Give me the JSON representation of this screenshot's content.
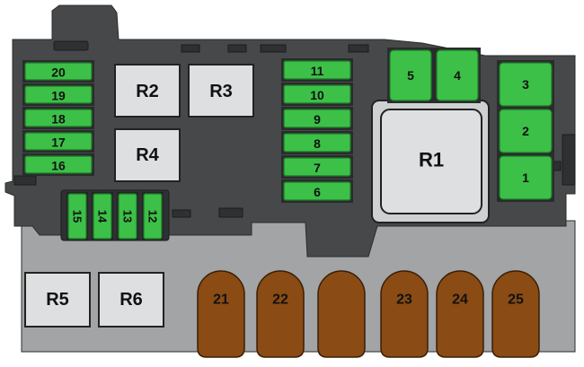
{
  "colors": {
    "housing": "#464849",
    "housing_edge": "#2b2c2d",
    "lower_panel": "#a2a4a6",
    "fuse_green": "#3cc048",
    "fuse_dark": "#1d7a27",
    "relay_fill": "#dedfe0",
    "large_fuse": "#8a4b14",
    "large_fuse_edge": "#3a1e06"
  },
  "fuses_left": [
    "20",
    "19",
    "18",
    "17",
    "16"
  ],
  "fuses_vertical": [
    "15",
    "14",
    "13",
    "12"
  ],
  "fuses_center": [
    "11",
    "10",
    "9",
    "8",
    "7",
    "6"
  ],
  "fuses_top_right": [
    "5",
    "4"
  ],
  "fuses_right": [
    "3",
    "2",
    "1"
  ],
  "relays": {
    "r1": "R1",
    "r2": "R2",
    "r3": "R3",
    "r4": "R4",
    "r5": "R5",
    "r6": "R6"
  },
  "large_fuses": [
    "21",
    "22",
    "",
    "23",
    "24",
    "25"
  ]
}
